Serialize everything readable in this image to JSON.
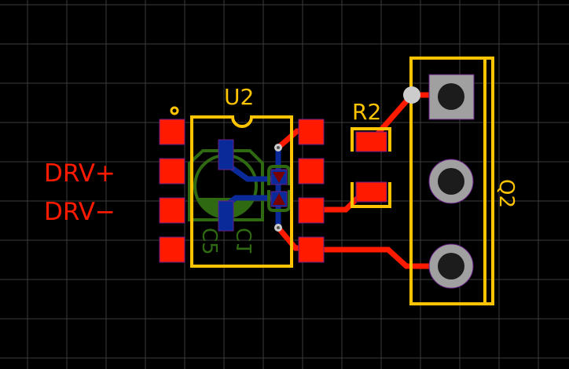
{
  "view": {
    "title": "PCB layout editor",
    "grid_visible": true
  },
  "colors": {
    "background": "#000000",
    "grid": "#3c3c3c",
    "top_copper": "#ff1a00",
    "bottom_copper": "#0a2a9a",
    "top_silkscreen": "#ffc400",
    "bottom_silkscreen": "#2f6a12",
    "pad_tht": "#a0a0a0",
    "drill": "#1c1c1c",
    "via": "#cccccc",
    "pad_outline": "#6a1f8a",
    "bottom_pad_inner": "#7a0000"
  },
  "net_labels": [
    {
      "text": "DRV+"
    },
    {
      "text": "DRV−"
    }
  ],
  "components": {
    "U2": {
      "ref": "U2",
      "type": "SOIC-8",
      "pins": 8
    },
    "R2": {
      "ref": "R2",
      "type": "SMD resistor",
      "pads": 2
    },
    "Q2": {
      "ref": "Q2",
      "type": "TO-220 vertical",
      "pins": 3
    },
    "C5": {
      "ref": "C5",
      "type": "electrolytic capacitor (bottom)",
      "pads": 2
    },
    "C1": {
      "ref": "C1",
      "type": "SMD capacitor (bottom)",
      "pads": 2
    }
  }
}
